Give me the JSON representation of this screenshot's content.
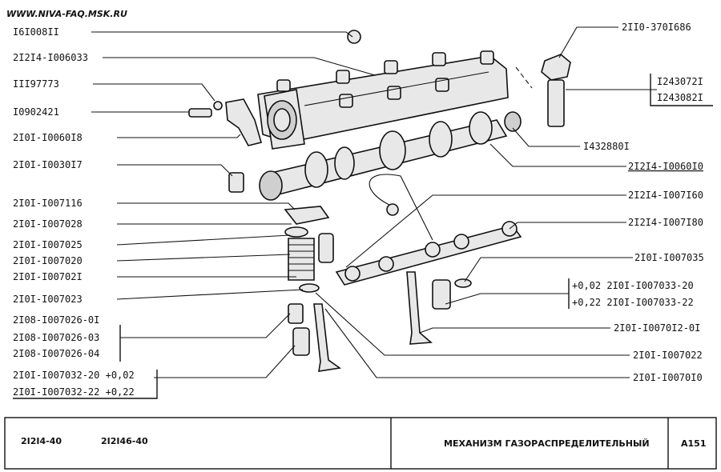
{
  "watermark": "WWW.NIVA-FAQ.MSK.RU",
  "labels_left": [
    "I6I008II",
    "2I2I4-I006033",
    "III97773",
    "I0902421",
    "2I0I-I0060I8",
    "2I0I-I0030I7",
    "2I0I-I007116",
    "2I0I-I007028",
    "2I0I-I007025",
    "2I0I-I007020",
    "2I0I-I00702I",
    "2I0I-I007023",
    "2I08-I007026-0I",
    "2I08-I007026-03",
    "2I08-I007026-04",
    "2I0I-I007032-20  +0,02",
    "2I0I-I007032-22  +0,22"
  ],
  "labels_right": [
    "2II0-370I686",
    "I243072I",
    "I243082I",
    "I432880I",
    "2I2I4-I0060I0",
    "2I2I4-I007I60",
    "2I2I4-I007I80",
    "2I0I-I007035",
    "+0,02  2I0I-I007033-20",
    "+0,22  2I0I-I007033-22",
    "2I0I-I0070I2-0I",
    "2I0I-I007022",
    "2I0I-I0070I0"
  ],
  "title_block": {
    "model_a": "2I2I4-40",
    "model_b": "2I2I46-40",
    "title": "МЕХАНИЗМ ГАЗОРАСПРЕДЕЛИТЕЛЬНЫЙ",
    "sheet": "A151"
  }
}
